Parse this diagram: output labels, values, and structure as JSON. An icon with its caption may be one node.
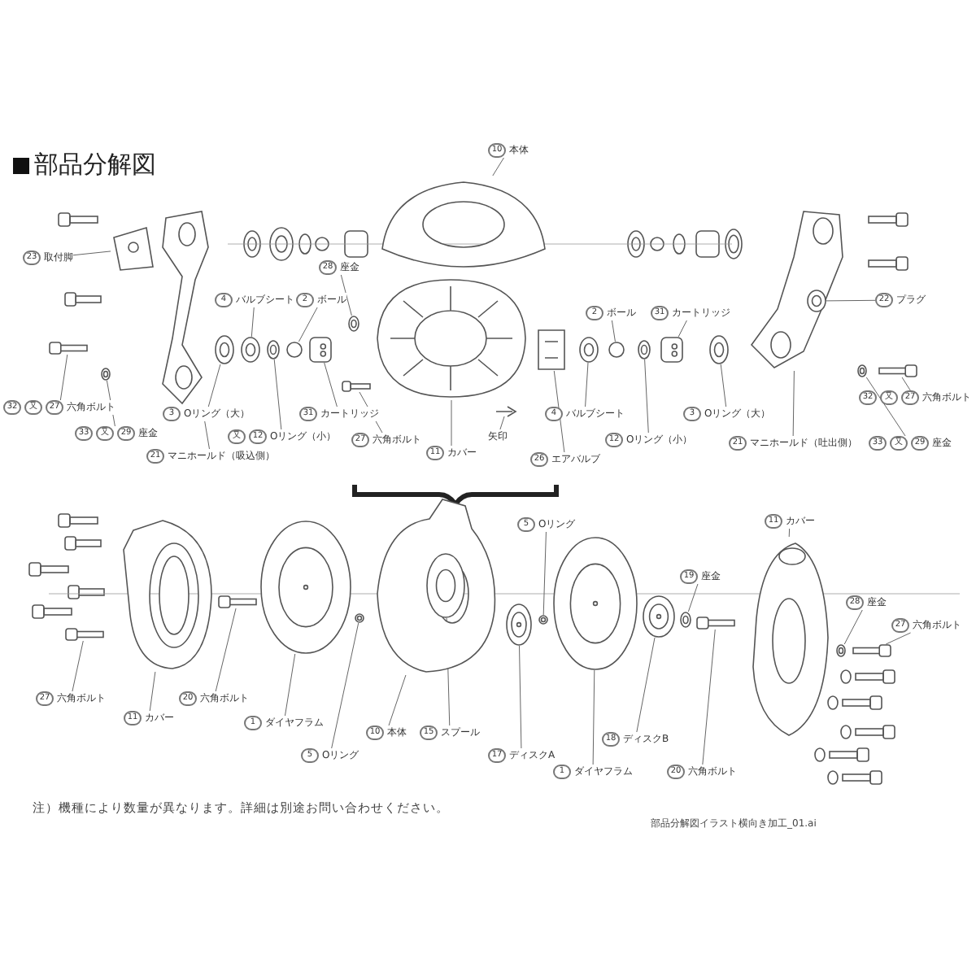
{
  "diagram": {
    "title": "部品分解図",
    "nodes": [
      {
        "text": [
          "10",
          "本体"
        ]
      },
      {
        "text": [
          "23",
          "取付脚"
        ]
      },
      {
        "text": [
          "28",
          "座金"
        ]
      },
      {
        "text": [
          "4",
          "バルブシート"
        ]
      },
      {
        "text": [
          "2",
          "ボール"
        ]
      },
      {
        "text": [
          "32",
          "又",
          "27",
          "六角ボルト"
        ]
      },
      {
        "text": [
          "33",
          "又",
          "29",
          "座金"
        ]
      },
      {
        "text": [
          "3",
          "Oリング（大）"
        ]
      },
      {
        "text": [
          "又",
          "12",
          "Oリング（小）"
        ]
      },
      {
        "text": [
          "31",
          "カートリッジ"
        ]
      },
      {
        "text": [
          "21",
          "マニホールド（吸込側）"
        ]
      },
      {
        "text": [
          "27",
          "六角ボルト"
        ]
      },
      {
        "text": [
          "11",
          "カバー"
        ]
      },
      {
        "text": [
          "矢印"
        ]
      },
      {
        "text": [
          "26",
          "エアバルブ"
        ]
      },
      {
        "text": [
          "4",
          "バルブシート"
        ]
      },
      {
        "text": [
          "2",
          "ボール"
        ]
      },
      {
        "text": [
          "31",
          "カートリッジ"
        ]
      },
      {
        "text": [
          "12",
          "Oリング（小）"
        ]
      },
      {
        "text": [
          "3",
          "Oリング（大）"
        ]
      },
      {
        "text": [
          "21",
          "マニホールド（吐出側）"
        ]
      },
      {
        "text": [
          "22",
          "プラグ"
        ]
      },
      {
        "text": [
          "33",
          "又",
          "29",
          "座金"
        ]
      },
      {
        "text": [
          "32",
          "又",
          "27",
          "六角ボルト"
        ]
      },
      {
        "text": [
          "27",
          "六角ボルト"
        ]
      },
      {
        "text": [
          "11",
          "カバー"
        ]
      },
      {
        "text": [
          "20",
          "六角ボルト"
        ]
      },
      {
        "text": [
          "1",
          "ダイヤフラム"
        ]
      },
      {
        "text": [
          "10",
          "本体"
        ]
      },
      {
        "text": [
          "15",
          "スプール"
        ]
      },
      {
        "text": [
          "5",
          "Oリング"
        ]
      },
      {
        "text": [
          "17",
          "ディスクA"
        ]
      },
      {
        "text": [
          "5",
          "Oリング"
        ]
      },
      {
        "text": [
          "1",
          "ダイヤフラム"
        ]
      },
      {
        "text": [
          "19",
          "座金"
        ]
      },
      {
        "text": [
          "18",
          "ディスクB"
        ]
      },
      {
        "text": [
          "20",
          "六角ボルト"
        ]
      },
      {
        "text": [
          "11",
          "カバー"
        ]
      },
      {
        "text": [
          "28",
          "座金"
        ]
      },
      {
        "text": [
          "27",
          "六角ボルト"
        ]
      },
      {
        "text": [],
        "shape": "picture"
      },
      {
        "text": [],
        "shape": "picture"
      },
      {
        "text": [],
        "shape": "ring"
      },
      {
        "text": [],
        "shape": "ring"
      },
      {
        "text": [],
        "shape": "ball"
      },
      {
        "text": [],
        "shape": "bolt"
      },
      {
        "text": [],
        "shape": "ring"
      },
      {
        "text": [],
        "shape": "ring"
      },
      {
        "text": [],
        "shape": "ring"
      },
      {
        "text": [],
        "shape": "cylinder"
      },
      {
        "text": [],
        "shape": "picture"
      },
      {
        "text": [],
        "shape": "bolt"
      },
      {
        "text": [],
        "shape": "picture"
      },
      {
        "text": [],
        "shape": "picture"
      },
      {
        "text": [],
        "shape": "picture"
      },
      {
        "text": [],
        "shape": "ring"
      },
      {
        "text": [],
        "shape": "ball"
      },
      {
        "text": [],
        "shape": "cylinder"
      },
      {
        "text": [],
        "shape": "ring"
      },
      {
        "text": [],
        "shape": "ring"
      },
      {
        "text": [],
        "shape": "picture"
      },
      {
        "text": [],
        "shape": "ring",
        "in": 60
      },
      {
        "text": [],
        "shape": "ring"
      },
      {
        "text": [],
        "shape": "bolt"
      },
      {
        "text": [],
        "shape": "bolt"
      },
      {
        "text": [],
        "shape": "picture"
      },
      {
        "text": [],
        "shape": "bolt"
      },
      {
        "text": [],
        "shape": "disc"
      },
      {
        "text": [],
        "shape": "picture"
      },
      {
        "text": [],
        "shape": "ring",
        "in": 68
      },
      {
        "text": [],
        "shape": "ring"
      },
      {
        "text": [],
        "shape": "disc"
      },
      {
        "text": [],
        "shape": "ring"
      },
      {
        "text": [],
        "shape": "disc"
      },
      {
        "text": [],
        "shape": "ring"
      },
      {
        "text": [],
        "shape": "disc"
      },
      {
        "text": [],
        "shape": "bolt"
      },
      {
        "text": [],
        "shape": "picture"
      },
      {
        "text": [],
        "shape": "ring"
      },
      {
        "text": [],
        "shape": "bolt"
      }
    ],
    "edges": [
      {
        "from": 0,
        "to": 40,
        "arrow": "none"
      },
      {
        "from": 1,
        "to": 41,
        "arrow": "none"
      },
      {
        "from": 2,
        "to": 42,
        "arrow": "none"
      },
      {
        "from": 3,
        "to": 43,
        "arrow": "none"
      },
      {
        "from": 4,
        "to": 44,
        "arrow": "none"
      },
      {
        "from": 5,
        "to": 45,
        "arrow": "none"
      },
      {
        "from": 6,
        "to": 46,
        "arrow": "none"
      },
      {
        "from": 7,
        "to": 47,
        "arrow": "none"
      },
      {
        "from": 8,
        "to": 48,
        "arrow": "none"
      },
      {
        "from": 9,
        "to": 49,
        "arrow": "none"
      },
      {
        "from": 10,
        "to": 50,
        "arrow": "none"
      },
      {
        "from": 11,
        "to": 51,
        "arrow": "none"
      },
      {
        "from": 12,
        "to": 52,
        "arrow": "none"
      },
      {
        "from": 13,
        "to": 53,
        "arrow": "none"
      },
      {
        "from": 14,
        "to": 54,
        "arrow": "none"
      },
      {
        "from": 15,
        "to": 55,
        "arrow": "none"
      },
      {
        "from": 16,
        "to": 56,
        "arrow": "none"
      },
      {
        "from": 17,
        "to": 57,
        "arrow": "none"
      },
      {
        "from": 18,
        "to": 58,
        "arrow": "none"
      },
      {
        "from": 19,
        "to": 59,
        "arrow": "none"
      },
      {
        "from": 20,
        "to": 60,
        "arrow": "none"
      },
      {
        "from": 21,
        "to": 61,
        "arrow": "none"
      },
      {
        "from": 22,
        "to": 62,
        "arrow": "none"
      },
      {
        "from": 23,
        "to": 63,
        "arrow": "none"
      },
      {
        "from": 24,
        "to": 64,
        "arrow": "none"
      },
      {
        "from": 25,
        "to": 65,
        "arrow": "none"
      },
      {
        "from": 26,
        "to": 66,
        "arrow": "none"
      },
      {
        "from": 27,
        "to": 67,
        "arrow": "none"
      },
      {
        "from": 28,
        "to": 68,
        "arrow": "none"
      },
      {
        "from": 29,
        "to": 69,
        "arrow": "none"
      },
      {
        "from": 30,
        "to": 70,
        "arrow": "none"
      },
      {
        "from": 31,
        "to": 71,
        "arrow": "none"
      },
      {
        "from": 32,
        "to": 72,
        "arrow": "none"
      },
      {
        "from": 33,
        "to": 73,
        "arrow": "none"
      },
      {
        "from": 34,
        "to": 74,
        "arrow": "none"
      },
      {
        "from": 35,
        "to": 75,
        "arrow": "none"
      },
      {
        "from": 36,
        "to": 76,
        "arrow": "none"
      },
      {
        "from": 37,
        "to": 77,
        "arrow": "none"
      },
      {
        "from": 38,
        "to": 78,
        "arrow": "none"
      },
      {
        "from": 39,
        "to": 79,
        "arrow": "none"
      }
    ],
    "labels": [
      "注）機種により数量が異なります。詳細は別途お問い合わせください。",
      "部品分解図イラスト横向き加工_01.ai"
    ]
  }
}
